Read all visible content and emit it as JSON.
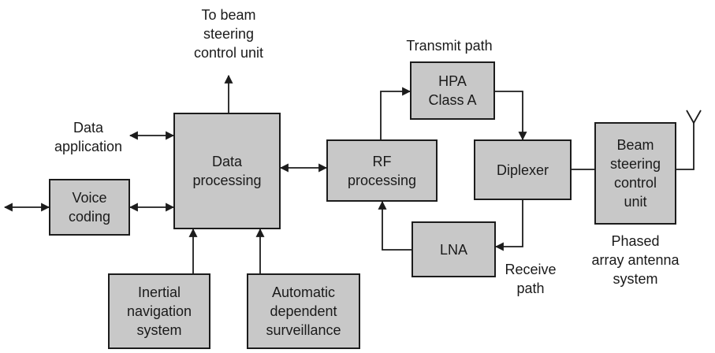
{
  "blocks": {
    "voice_coding": "Voice\ncoding",
    "data_processing": "Data\nprocessing",
    "inertial_navigation": "Inertial\nnavigation\nsystem",
    "automatic_dependent_surveillance": "Automatic\ndependent\nsurveillance",
    "rf_processing": "RF\nprocessing",
    "hpa": "HPA\nClass A",
    "lna": "LNA",
    "diplexer": "Diplexer",
    "beam_steering": "Beam\nsteering\ncontrol\nunit"
  },
  "labels": {
    "to_beam_steering": "To beam\nsteering\ncontrol unit",
    "data_application": "Data\napplication",
    "transmit_path": "Transmit path",
    "receive_path": "Receive\npath",
    "phased_array": "Phased\narray antenna\nsystem"
  },
  "colors": {
    "block_fill": "#c8c8c8",
    "line": "#1c1c1c"
  }
}
